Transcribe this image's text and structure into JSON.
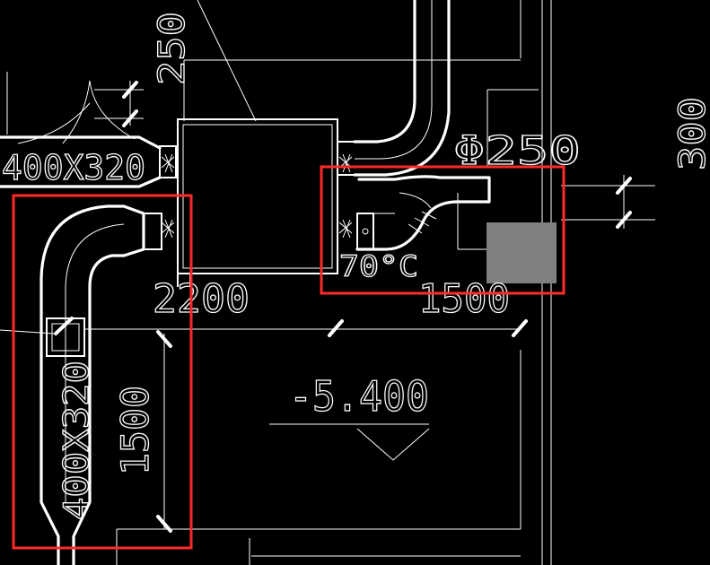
{
  "labels": {
    "duct_size_top_left": "400X320",
    "duct_size_vertical": "400X320",
    "dim_250_top": "250",
    "dim_300_right": "300",
    "pipe_diameter": "Φ250",
    "fire_damper_temp": "70°C",
    "dim_2200": "2200",
    "dim_1500_horizontal": "1500",
    "dim_1500_vertical": "1500",
    "elevation": "-5.400"
  },
  "colors": {
    "background": "#000000",
    "lines": "#ffffff",
    "highlight_box": "#ff2a2a",
    "fan_fill": "#808080"
  },
  "highlights": [
    "left-vertical-duct-region",
    "right-duct-elbow-region"
  ]
}
